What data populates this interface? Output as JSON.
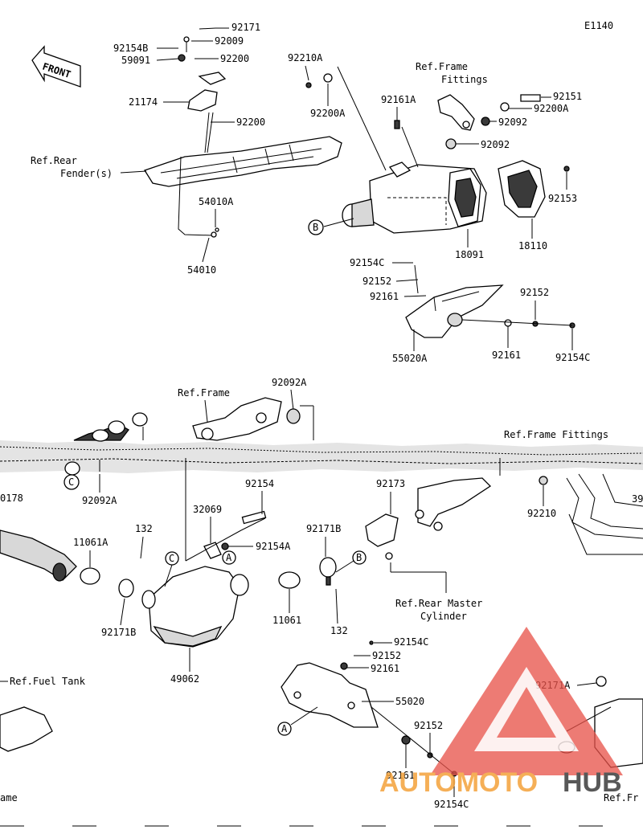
{
  "diagram_code": "E1140",
  "front_label": "FRONT",
  "top_labels": {
    "p92171": "92171",
    "p92009": "92009",
    "p92154B": "92154B",
    "p59091": "59091",
    "p92200_a": "92200",
    "p21174": "21174",
    "p92200_b": "92200",
    "ref_rear_fender_1": "Ref.Rear",
    "ref_rear_fender_2": "Fender(s)",
    "p54010A": "54010A",
    "p54010": "54010",
    "p92210A": "92210A",
    "p92200A_left": "92200A",
    "ref_frame_fittings_1": "Ref.Frame",
    "ref_frame_fittings_2": "Fittings",
    "p92161A": "92161A",
    "p92092_a": "92092",
    "p92092_b": "92092",
    "p92151": "92151",
    "p92200A_right": "92200A",
    "p92153": "92153",
    "p18091": "18091",
    "p18110": "18110",
    "p92154C_a": "92154C",
    "p92152_a": "92152",
    "p92161_a": "92161",
    "p92152_b": "92152",
    "p55020A": "55020A",
    "p92161_b": "92161",
    "p92154C_b": "92154C"
  },
  "bottom_labels": {
    "ref_frame": "Ref.Frame",
    "p92092A_top": "92092A",
    "ref_frame_fittings": "Ref.Frame Fittings",
    "p0178": "0178",
    "p92092A": "92092A",
    "p92154": "92154",
    "p92173": "92173",
    "p92210": "92210",
    "p39": "39",
    "p32069": "32069",
    "p11061A": "11061A",
    "p132_a": "132",
    "p92154A": "92154A",
    "p92171B_right": "92171B",
    "ref_rear_master_1": "Ref.Rear Master",
    "ref_rear_master_2": "Cylinder",
    "p11061": "11061",
    "p132_b": "132",
    "p92171B_left": "92171B",
    "p49062": "49062",
    "ref_fuel_tank": "Ref.Fuel Tank",
    "p92154C_c": "92154C",
    "p92152_c": "92152",
    "p92161_c": "92161",
    "p55020": "55020",
    "p92171A": "92171A",
    "p92152_d": "92152",
    "p92161_d": "92161",
    "p92154C_d": "92154C",
    "ame": "ame",
    "ref_fr": "Ref.Fr"
  },
  "callouts": {
    "A": "A",
    "B": "B",
    "C": "C"
  },
  "watermark": {
    "part1": "AUTOMOTO",
    "part2": "HUB"
  },
  "colors": {
    "line": "#000000",
    "watermark_red": "#e8534a",
    "watermark_dark": "#3b3b3b",
    "watermark_orange": "#f4a23a"
  }
}
